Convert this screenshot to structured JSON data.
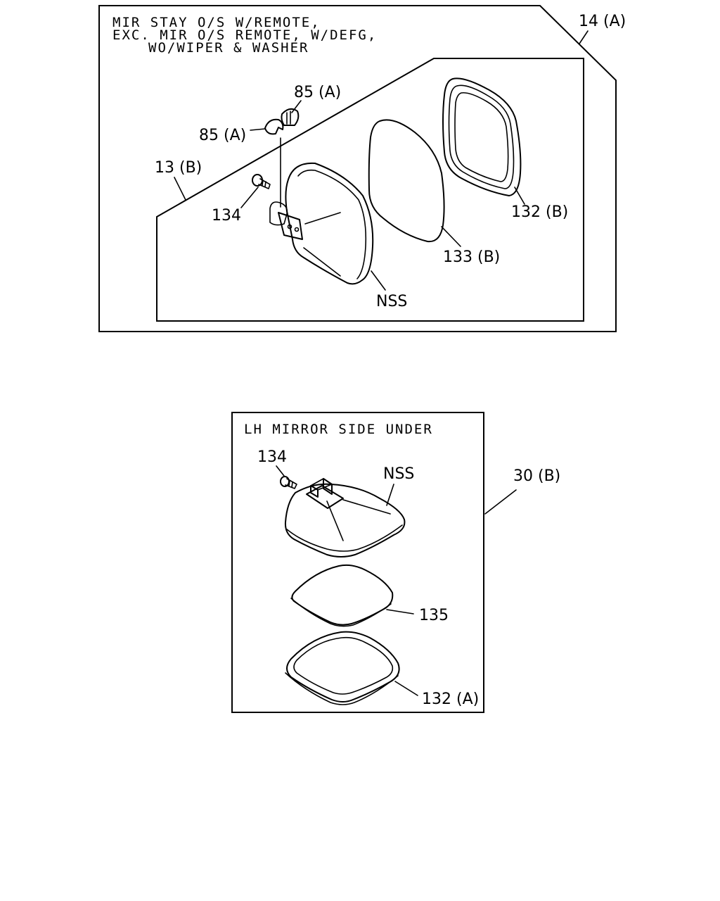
{
  "top_panel": {
    "note_lines": [
      "MIR STAY O/S W/REMOTE,",
      "EXC. MIR O/S REMOTE, W/DEFG,",
      "WO/WIPER & WASHER"
    ],
    "assembly_label": "14 (A)",
    "sub_assembly_label": "13 (B)",
    "labels": {
      "cap_top": "85 (A)",
      "cap_left": "85 (A)",
      "screw": "134",
      "housing": "NSS",
      "glass": "133 (B)",
      "frame": "132 (B)"
    }
  },
  "bottom_panel": {
    "note": "LH MIRROR SIDE UNDER",
    "assembly_label": "30 (B)",
    "labels": {
      "screw": "134",
      "housing": "NSS",
      "glass": "135",
      "frame": "132 (A)"
    }
  }
}
